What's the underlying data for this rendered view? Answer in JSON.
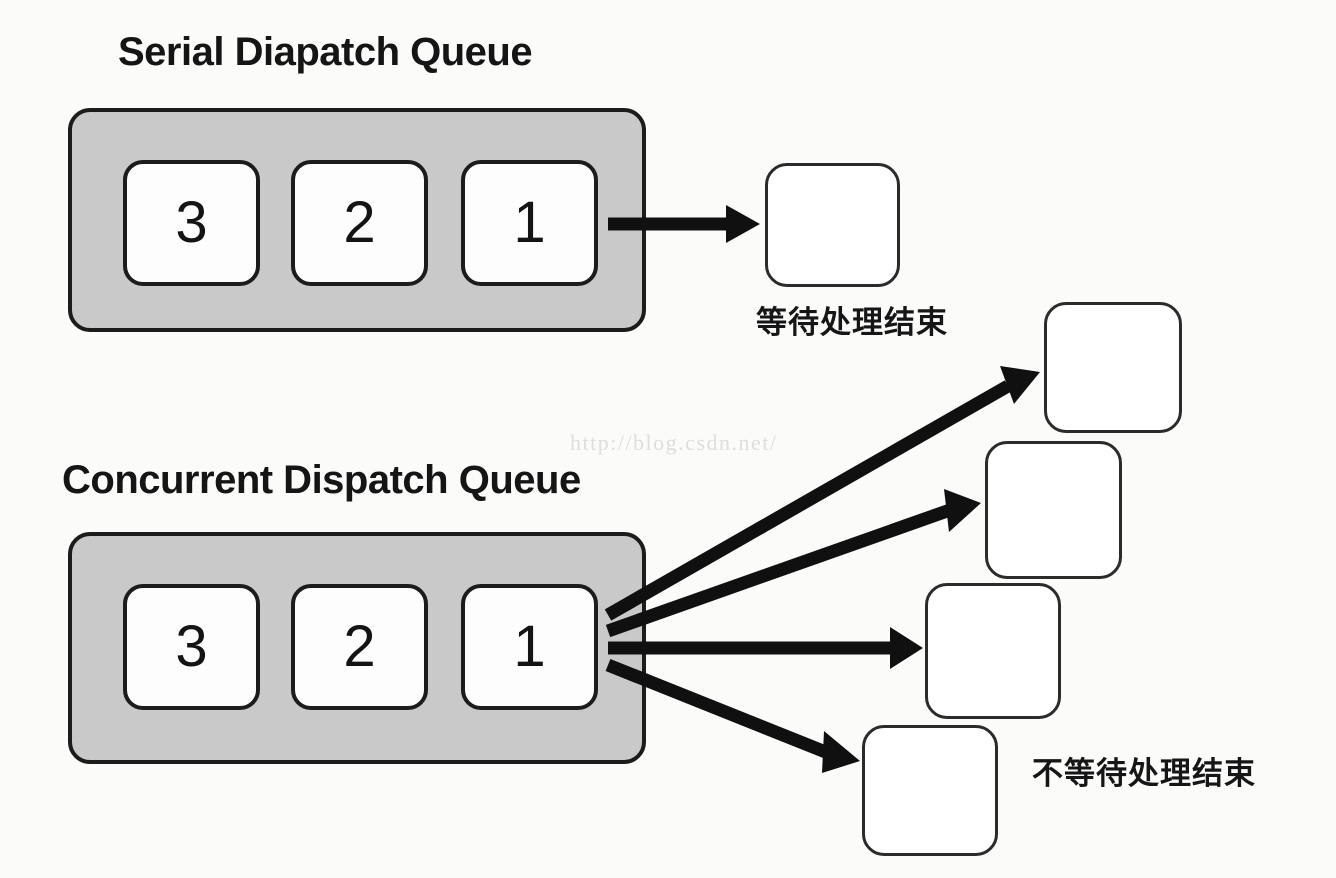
{
  "diagram": {
    "title_serial": "Serial Diapatch Queue",
    "title_concurrent": "Concurrent Dispatch Queue",
    "watermark": "http://blog.csdn.net/",
    "background_color": "#fbfbfa",
    "queue_fill_color": "#c9c9c9",
    "queue_border_color": "#1c1c1c",
    "tile_fill_color": "#fdfdfd",
    "arrow_color": "#101010"
  },
  "serial_section": {
    "title": "Serial Diapatch Queue",
    "tasks": [
      {
        "label": "3"
      },
      {
        "label": "2"
      },
      {
        "label": "1"
      }
    ],
    "workers": [
      {
        "label": ""
      }
    ],
    "caption": "等待处理结束",
    "arrow_count": 1
  },
  "concurrent_section": {
    "title": "Concurrent Dispatch Queue",
    "tasks": [
      {
        "label": "3"
      },
      {
        "label": "2"
      },
      {
        "label": "1"
      }
    ],
    "workers": [
      {
        "label": ""
      },
      {
        "label": ""
      },
      {
        "label": ""
      },
      {
        "label": ""
      }
    ],
    "caption": "不等待处理结束",
    "arrow_count": 4
  }
}
